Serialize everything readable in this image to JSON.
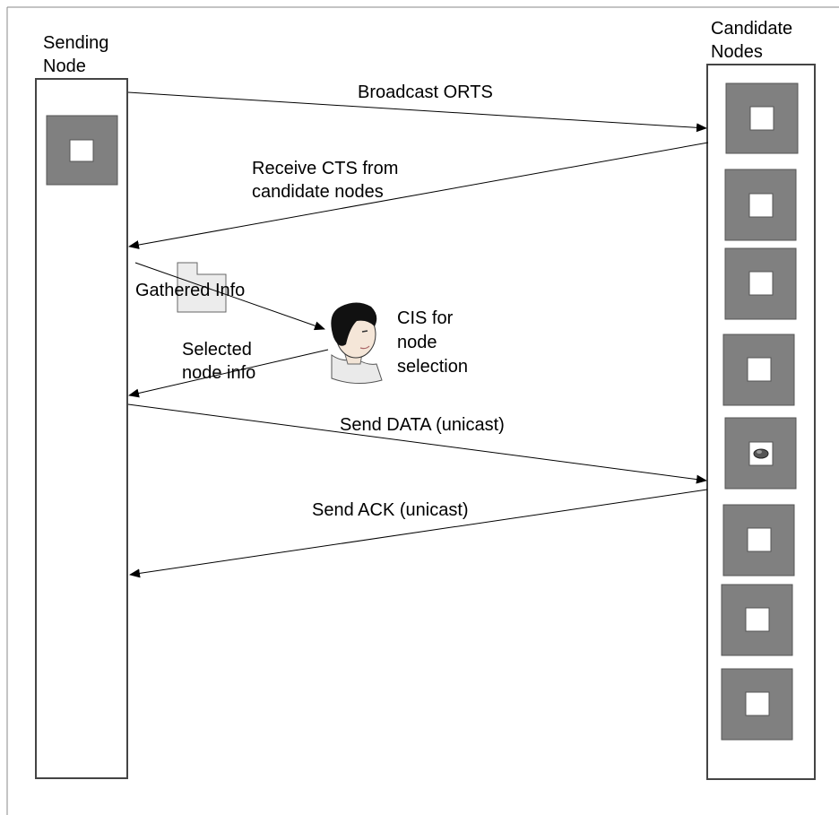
{
  "sending_node": {
    "label_line1": "Sending",
    "label_line2": "Node"
  },
  "candidate_nodes": {
    "label_line1": "Candidate",
    "label_line2": "Nodes"
  },
  "messages": {
    "broadcast": "Broadcast ORTS",
    "receive_cts_line1": "Receive CTS from",
    "receive_cts_line2": "candidate nodes",
    "gathered_info": "Gathered Info",
    "selected_line1": "Selected",
    "selected_line2": "node info",
    "cis_line1": "CIS for",
    "cis_line2": "node",
    "cis_line3": "selection",
    "send_data": "Send DATA (unicast)",
    "send_ack": "Send ACK (unicast)"
  },
  "icons": {
    "node": "node-square-icon",
    "active_node": "active-node-icon",
    "folder": "folder-icon",
    "person": "person-icon"
  },
  "colors": {
    "node_fill": "#808080",
    "node_inner": "#ffffff",
    "line": "#000000",
    "folder_fill": "#ececec"
  }
}
